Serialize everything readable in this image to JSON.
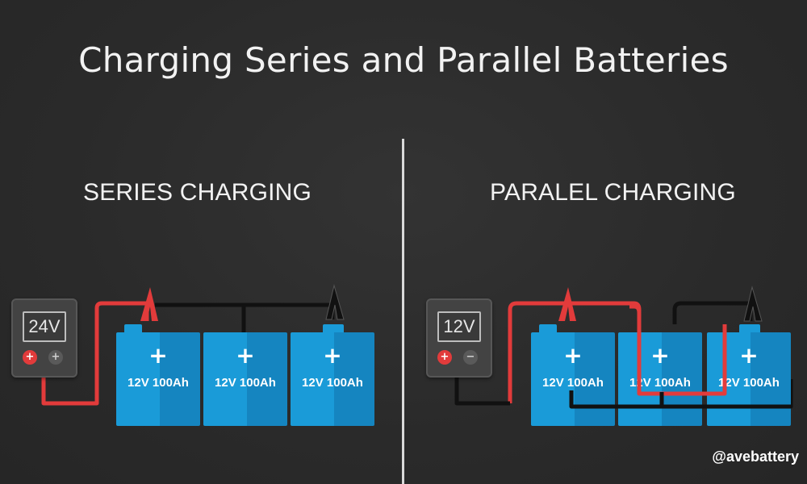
{
  "title": "Charging Series and Parallel Batteries",
  "sections": {
    "series": {
      "title": "SERIES CHARGING",
      "charger": {
        "display": "24V",
        "pos_symbol": "+",
        "neg_symbol": "+"
      },
      "batteries": [
        {
          "symbol": "+",
          "label": "12V 100Ah"
        },
        {
          "symbol": "+",
          "label": "12V 100Ah"
        },
        {
          "symbol": "+",
          "label": "12V 100Ah"
        }
      ]
    },
    "parallel": {
      "title": "PARALEL CHARGING",
      "charger": {
        "display": "12V",
        "pos_symbol": "+",
        "neg_symbol": "−"
      },
      "batteries": [
        {
          "symbol": "+",
          "label": "12V 100Ah"
        },
        {
          "symbol": "+",
          "label": "12V 100Ah"
        },
        {
          "symbol": "+",
          "label": "12V 100Ah"
        }
      ]
    }
  },
  "watermark": "@avebattery",
  "colors": {
    "background": "#2b2b2b",
    "battery_blue": "#1a9bd8",
    "wire_red": "#e23b3b",
    "wire_black": "#111111"
  }
}
